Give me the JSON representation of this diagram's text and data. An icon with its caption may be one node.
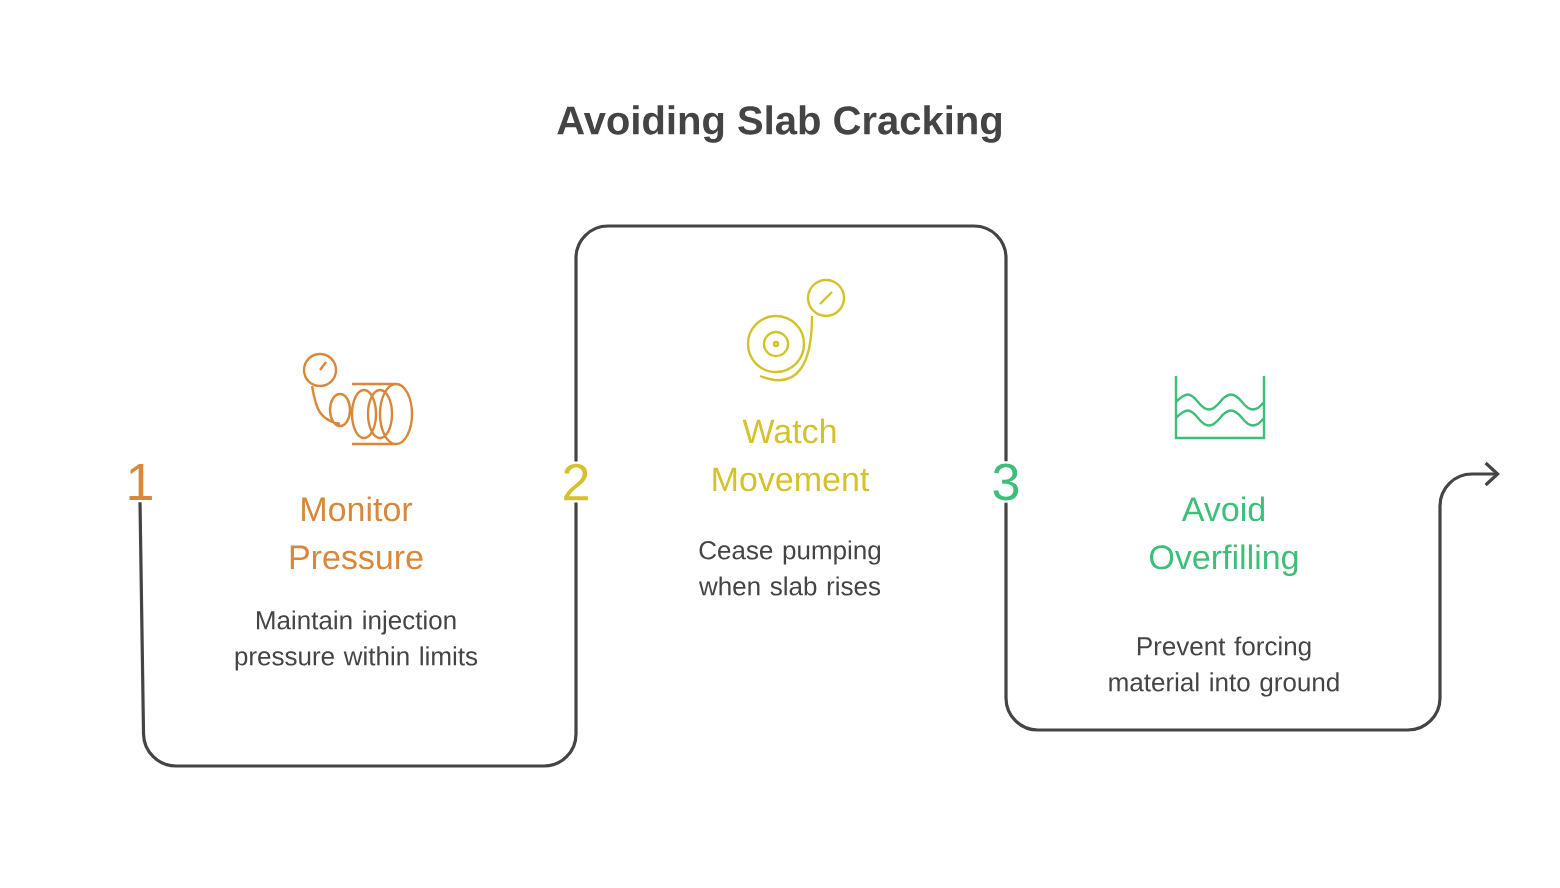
{
  "diagram": {
    "title": "Avoiding Slab Cracking",
    "nodes": [
      {
        "text": [
          "1"
        ]
      },
      {
        "text": [
          "2"
        ]
      },
      {
        "text": [
          "3"
        ]
      }
    ],
    "edges": [
      {
        "from": 0,
        "to": 1,
        "arrow": "none"
      },
      {
        "from": 1,
        "to": 2,
        "arrow": "none"
      },
      {
        "from": 2,
        "to": null,
        "arrow": "to"
      }
    ],
    "labels": [
      "Monitor Pressure",
      "Maintain injection pressure within limits",
      "Watch Movement",
      "Cease pumping when slab rises",
      "Avoid Overfilling",
      "Prevent forcing material into ground"
    ]
  }
}
